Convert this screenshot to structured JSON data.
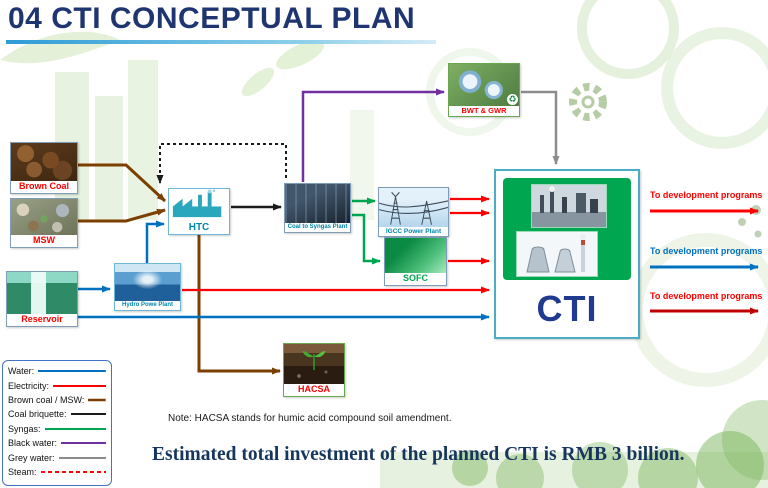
{
  "title": "04 CTI CONCEPTUAL PLAN",
  "nodes": {
    "brown_coal": {
      "label": "Brown Coal"
    },
    "msw": {
      "label": "MSW"
    },
    "reservoir": {
      "label": "Reservoir"
    },
    "htc": {
      "label": "HTC"
    },
    "coal_to_syngas": {
      "label": "Coal to Syngas Plant"
    },
    "igcc": {
      "label": "IGCC Power Plant"
    },
    "sofc": {
      "label": "SOFC"
    },
    "bwt_gwr": {
      "label": "BWT & GWR"
    },
    "hydro": {
      "label": "Hydro Powe Plant"
    },
    "hacsa": {
      "label": "HACSA"
    },
    "cti": {
      "label": "CTI"
    }
  },
  "outputs": [
    {
      "label": "To development programs",
      "color": "#FF0000"
    },
    {
      "label": "To development programs",
      "color": "#0070C0"
    },
    {
      "label": "To development programs",
      "color": "#C00000"
    }
  ],
  "legend": {
    "items": [
      {
        "label": "Water:"
      },
      {
        "label": "Electricity:"
      },
      {
        "label": "Brown coal / MSW:"
      },
      {
        "label": "Coal briquette:"
      },
      {
        "label": "Syngas:"
      },
      {
        "label": "Black water:"
      },
      {
        "label": "Grey water:"
      },
      {
        "label": "Steam:"
      }
    ]
  },
  "colors": {
    "water": "#0070C0",
    "electricity": "#FF0000",
    "brown_coal_msw": "#7B3F00",
    "coal_briquette": "#1A1A1A",
    "syngas": "#00A64F",
    "black_water": "#7030A0",
    "grey_water": "#8C8C8C",
    "steam": "#FF0000",
    "dev_dark_red": "#C00000"
  },
  "icons": {
    "recycle": "♻"
  },
  "note": "Note: HACSA stands for humic acid compound soil amendment.",
  "footer": "Estimated total investment of the planned CTI is RMB 3 billion."
}
